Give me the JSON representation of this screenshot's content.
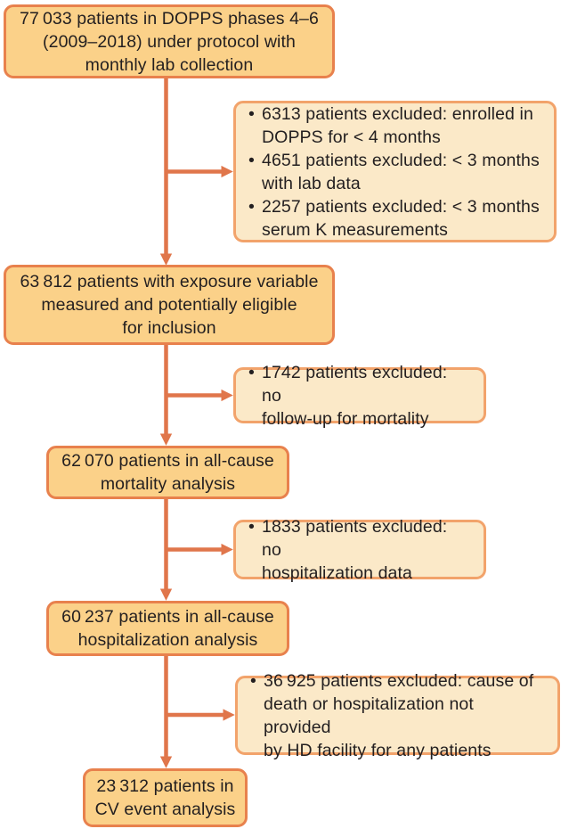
{
  "ui": {
    "bullet": "•"
  },
  "diagram": {
    "type": "patient-flowchart",
    "colors": {
      "main_fill": "#fbd189",
      "main_border": "#e8814d",
      "exclusion_fill": "#fbe9c8",
      "exclusion_border": "#f2a36b",
      "arrow": "#e0764b",
      "text": "#231f20"
    },
    "main_boxes": [
      {
        "id": "dopps-population",
        "count": "77033",
        "text": "77 033 patients in DOPPS phases 4–6\n(2009–2018) under protocol with\nmonthly lab collection"
      },
      {
        "id": "exposure-measured",
        "count": "63812",
        "text": "63 812 patients with exposure variable\nmeasured and potentially eligible\nfor inclusion"
      },
      {
        "id": "all-cause-mortality",
        "count": "62070",
        "text": "62 070 patients in all-cause\nmortality analysis"
      },
      {
        "id": "all-cause-hospitalization",
        "count": "60237",
        "text": "60 237 patients in all-cause\nhospitalization analysis"
      },
      {
        "id": "cv-event",
        "count": "23312",
        "text": "23 312 patients in\nCV event analysis"
      }
    ],
    "exclusion_boxes": [
      {
        "id": "exclusions-enrollment",
        "items": [
          "6313 patients excluded: enrolled in\nDOPPS for < 4 months",
          "4651 patients excluded: < 3 months\nwith lab data",
          "2257 patients excluded: < 3 months\nserum K measurements"
        ]
      },
      {
        "id": "exclusions-mortality-followup",
        "items": [
          "1742 patients excluded: no\nfollow-up for mortality"
        ]
      },
      {
        "id": "exclusions-hospitalization-data",
        "items": [
          "1833 patients excluded: no\nhospitalization data"
        ]
      },
      {
        "id": "exclusions-cause-not-provided",
        "items": [
          "36 925 patients excluded: cause of\ndeath or hospitalization not provided\nby HD facility for any patients"
        ]
      }
    ]
  }
}
